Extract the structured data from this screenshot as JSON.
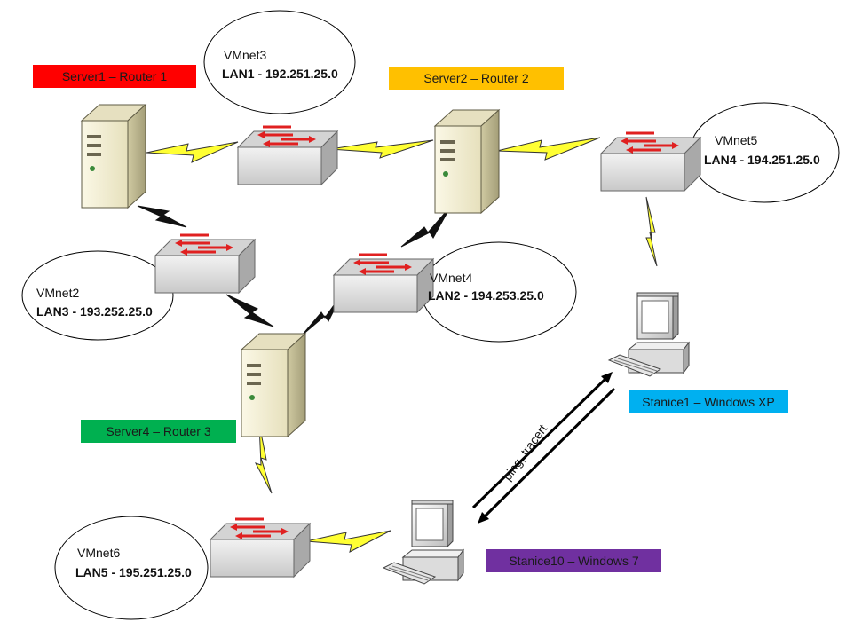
{
  "routers": [
    {
      "label": "Server1 – Router 1",
      "color": "#ff0000"
    },
    {
      "label": "Server2 – Router 2",
      "color": "#ffc000"
    },
    {
      "label": "Server4 – Router 3",
      "color": "#00b050"
    }
  ],
  "stations": [
    {
      "label": "Stanice1 – Windows XP",
      "color": "#00b0f0"
    },
    {
      "label": "Stanice10 – Windows 7",
      "color": "#7030a0"
    }
  ],
  "networks": [
    {
      "vmnet": "VMnet3",
      "lan": "LAN1 - 192.251.25.0"
    },
    {
      "vmnet": "VMnet2",
      "lan": "LAN3 - 193.252.25.0"
    },
    {
      "vmnet": "VMnet4",
      "lan": "LAN2 - 194.253.25.0"
    },
    {
      "vmnet": "VMnet5",
      "lan": "LAN4 - 194.251.25.0"
    },
    {
      "vmnet": "VMnet6",
      "lan": "LAN5 - 195.251.25.0"
    }
  ],
  "connection_label": "ping, tracert"
}
